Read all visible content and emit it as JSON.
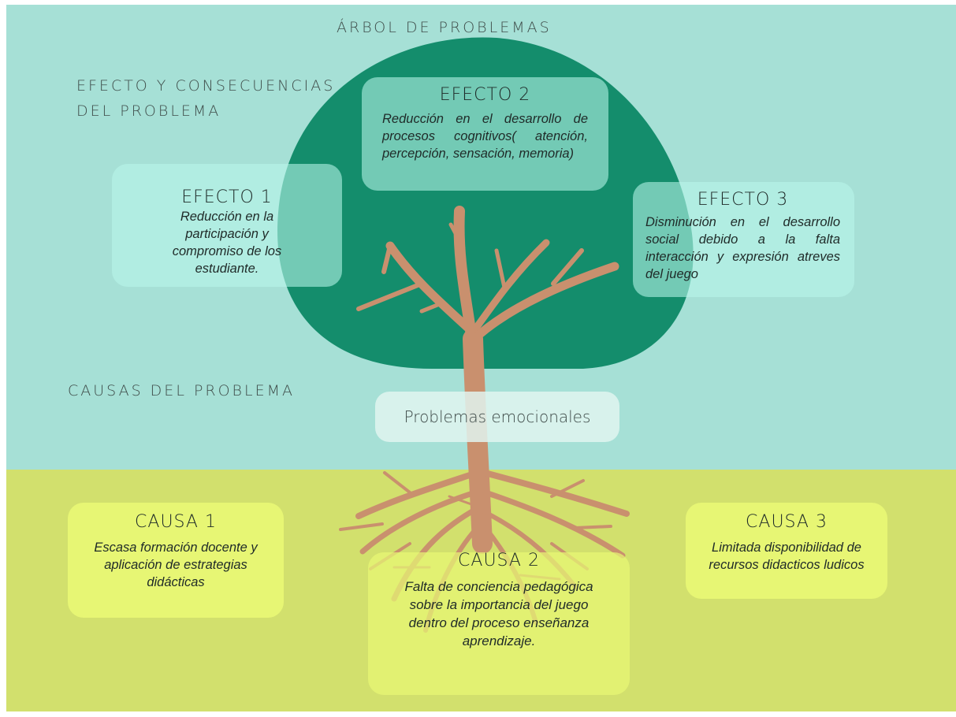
{
  "diagram": {
    "title": "ÁRBOL DE PROBLEMAS",
    "effects_heading_line1": "EFECTO Y CONSECUENCIAS",
    "effects_heading_line2": "DEL PROBLEMA",
    "causes_heading": "CAUSAS DEL PROBLEMA",
    "central_problem": "Problemas emocionales",
    "effects": [
      {
        "title": "EFECTO 1",
        "text": "Reducción en la participación y compromiso de los estudiante."
      },
      {
        "title": "EFECTO 2",
        "text": "Reducción en el desarrollo de procesos cognitivos( atención, percepción, sensación, memoria)"
      },
      {
        "title": "EFECTO 3",
        "text": "Disminución en el desarrollo social debido a la falta interacción y expresión atreves del juego"
      }
    ],
    "causes": [
      {
        "title": "CAUSA 1",
        "text": "Escasa formación docente y aplicación de estrategias didácticas"
      },
      {
        "title": "CAUSA 2",
        "text": "Falta de conciencia pedagógica sobre la importancia del juego dentro del proceso enseñanza aprendizaje."
      },
      {
        "title": "CAUSA 3",
        "text": "Limitada disponibilidad de recursos didacticos ludicos"
      }
    ]
  },
  "colors": {
    "sky": "#a6e0d6",
    "ground": "#d2e06d",
    "canopy": "#148d6c",
    "trunk": "#c9906e",
    "effect_card": "#b8f7ea",
    "cause_card": "#e8f775"
  }
}
